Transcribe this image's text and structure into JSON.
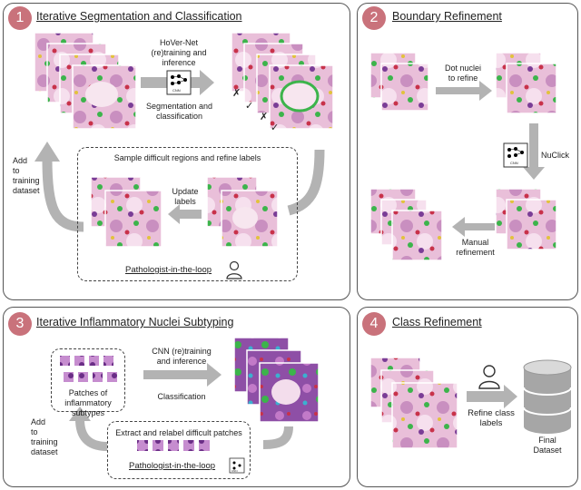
{
  "panel1": {
    "number": "1",
    "title": "Iterative Segmentation and Classification",
    "net_label": "HoVer-Net\n(re)training and\ninference",
    "cnn_icon_text": "CNN",
    "output_label": "Segmentation and\nclassification",
    "sample_label": "Sample difficult regions and refine labels",
    "update_label": "Update\nlabels",
    "add_label": "Add\nto\ntraining\ndataset",
    "pathologist_label": "Pathologist-in-the-loop",
    "check_marks": [
      "✗",
      "✓",
      "✗",
      "✓"
    ]
  },
  "panel2": {
    "number": "2",
    "title": "Boundary Refinement",
    "dot_label": "Dot nuclei\nto refine",
    "nuclick_label": "NuClick",
    "cnn_icon_text": "CNN",
    "manual_label": "Manual\nrefinement"
  },
  "panel3": {
    "number": "3",
    "title": "Iterative Inflammatory Nuclei Subtyping",
    "cnn_label": "CNN (re)training\nand inference",
    "classification_label": "Classification",
    "patches_label": "Patches of\ninflammatory subtypes",
    "add_label": "Add\nto\ntraining\ndataset",
    "extract_label": "Extract and relabel difficult patches",
    "pathologist_label": "Pathologist-in-the-loop",
    "cnn_icon_text": "CNN"
  },
  "panel4": {
    "number": "4",
    "title": "Class Refinement",
    "refine_label": "Refine class\nlabels",
    "dataset_label": "Final\nDataset"
  },
  "colors": {
    "badge": "#c9727b",
    "arrow": "#b3b3b3",
    "tissue_pink": "#e7b9d6",
    "tissue_purple": "#9a5cb0",
    "nuclei_green": "#3cb44b",
    "nuclei_red": "#c8324a"
  }
}
